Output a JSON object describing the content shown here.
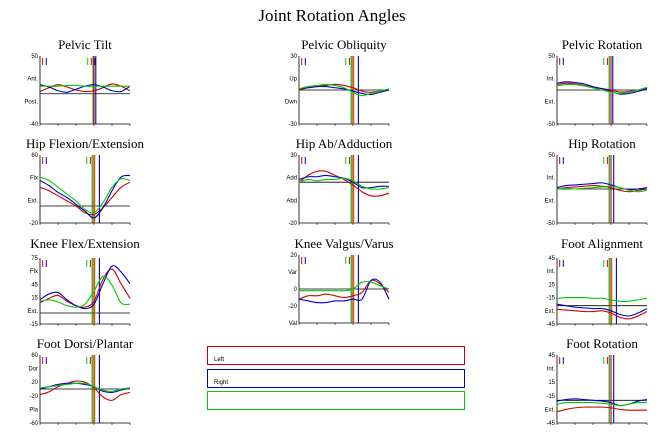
{
  "page": {
    "title": "Joint Rotation Angles"
  },
  "colors": {
    "left": "#cc0000",
    "right": "#0000cc",
    "normal": "#00cc00",
    "marker_green": "#009900",
    "marker_yellow": "#cccc00",
    "axis": "#000000"
  },
  "legend": [
    {
      "label": "Left",
      "color": "#cc0000"
    },
    {
      "label": "Right",
      "color": "#0000cc"
    },
    {
      "label": "",
      "color": "#00cc00"
    }
  ],
  "chart_data": [
    {
      "type": "line",
      "title": "Pelvic Tilt",
      "ylim": [
        -40,
        50
      ],
      "tick_labels": [
        "50",
        "Ant.",
        "Post.",
        "-40"
      ],
      "reference_y": 0,
      "x": [
        0,
        10,
        20,
        30,
        40,
        50,
        60,
        70,
        80,
        90,
        100
      ],
      "event_markers": {
        "left_foot_off": 60,
        "right_foot_off": 62,
        "normal_foot_off": 61,
        "extra": 59
      },
      "series": [
        {
          "color": "#cc0000",
          "values": [
            3,
            8,
            12,
            9,
            5,
            3,
            4,
            8,
            13,
            10,
            4
          ]
        },
        {
          "color": "#0000cc",
          "values": [
            12,
            9,
            4,
            2,
            6,
            10,
            12,
            9,
            4,
            3,
            10
          ]
        },
        {
          "color": "#00cc00",
          "values": [
            10,
            10,
            10,
            11,
            11,
            10,
            10,
            10,
            10,
            10,
            10
          ]
        }
      ]
    },
    {
      "type": "line",
      "title": "Pelvic Obliquity",
      "ylim": [
        -30,
        30
      ],
      "tick_labels": [
        "30",
        "Up",
        "Dwn",
        "-30"
      ],
      "reference_y": 0,
      "x": [
        0,
        10,
        20,
        30,
        40,
        50,
        60,
        70,
        80,
        90,
        100
      ],
      "event_markers": {
        "left_foot_off": 60,
        "right_foot_off": 66,
        "normal_foot_off": 62,
        "extra": 58
      },
      "series": [
        {
          "color": "#cc0000",
          "values": [
            0,
            2,
            3,
            4,
            5,
            4,
            2,
            -1,
            -2,
            -1,
            0
          ]
        },
        {
          "color": "#0000cc",
          "values": [
            1,
            2,
            3,
            3,
            2,
            1,
            -1,
            -3,
            -4,
            -2,
            0
          ]
        },
        {
          "color": "#00cc00",
          "values": [
            1,
            3,
            4,
            5,
            4,
            2,
            -2,
            -5,
            -3,
            -1,
            1
          ]
        }
      ]
    },
    {
      "type": "line",
      "title": "Pelvic Rotation",
      "ylim": [
        -50,
        50
      ],
      "tick_labels": [
        "50",
        "Int.",
        "Ext.",
        "-50"
      ],
      "reference_y": 0,
      "x": [
        0,
        10,
        20,
        30,
        40,
        50,
        60,
        70,
        80,
        90,
        100
      ],
      "event_markers": {
        "left_foot_off": 60,
        "right_foot_off": 62,
        "normal_foot_off": 61,
        "extra": 58
      },
      "series": [
        {
          "color": "#cc0000",
          "values": [
            8,
            10,
            9,
            7,
            4,
            2,
            0,
            -3,
            -2,
            0,
            3
          ]
        },
        {
          "color": "#0000cc",
          "values": [
            10,
            12,
            11,
            9,
            5,
            2,
            -2,
            -6,
            -5,
            -2,
            2
          ]
        },
        {
          "color": "#00cc00",
          "values": [
            6,
            8,
            8,
            6,
            3,
            0,
            -3,
            -5,
            -3,
            0,
            4
          ]
        }
      ]
    },
    {
      "type": "line",
      "title": "Hip Flexion/Extension",
      "ylim": [
        -20,
        60
      ],
      "tick_labels": [
        "60",
        "Flx",
        "Ext.",
        "-20"
      ],
      "reference_y": 0,
      "x": [
        0,
        10,
        20,
        30,
        40,
        50,
        60,
        70,
        80,
        90,
        100
      ],
      "event_markers": {
        "left_foot_off": 60,
        "right_foot_off": 66,
        "normal_foot_off": 62,
        "extra": 58
      },
      "series": [
        {
          "color": "#cc0000",
          "values": [
            22,
            18,
            12,
            6,
            0,
            -8,
            -10,
            -2,
            10,
            22,
            28
          ]
        },
        {
          "color": "#0000cc",
          "values": [
            30,
            24,
            16,
            10,
            2,
            -6,
            -14,
            -2,
            18,
            34,
            36
          ]
        },
        {
          "color": "#00cc00",
          "values": [
            34,
            30,
            22,
            14,
            6,
            -4,
            -8,
            4,
            22,
            32,
            30
          ]
        }
      ]
    },
    {
      "type": "line",
      "title": "Hip Ab/Adduction",
      "ylim": [
        -20,
        30
      ],
      "tick_labels": [
        "30",
        "Add",
        "Abd",
        "-20"
      ],
      "reference_y": 10,
      "x": [
        0,
        10,
        20,
        30,
        40,
        50,
        60,
        70,
        80,
        90,
        100
      ],
      "event_markers": {
        "left_foot_off": 60,
        "right_foot_off": 66,
        "normal_foot_off": 62,
        "extra": 58
      },
      "series": [
        {
          "color": "#cc0000",
          "values": [
            10,
            15,
            18,
            18,
            15,
            12,
            8,
            3,
            0,
            0,
            2
          ]
        },
        {
          "color": "#0000cc",
          "values": [
            12,
            14,
            14,
            15,
            14,
            13,
            10,
            6,
            6,
            7,
            7
          ]
        },
        {
          "color": "#00cc00",
          "values": [
            10,
            12,
            11,
            12,
            12,
            13,
            11,
            7,
            5,
            5,
            6
          ]
        }
      ]
    },
    {
      "type": "line",
      "title": "Hip Rotation",
      "ylim": [
        -50,
        50
      ],
      "tick_labels": [
        "50",
        "Int.",
        "Ext.",
        "-50"
      ],
      "reference_y": 0,
      "x": [
        0,
        10,
        20,
        30,
        40,
        50,
        60,
        70,
        80,
        90,
        100
      ],
      "event_markers": {
        "left_foot_off": 60,
        "right_foot_off": 63,
        "normal_foot_off": 61,
        "extra": 58
      },
      "series": [
        {
          "color": "#cc0000",
          "values": [
            0,
            2,
            3,
            4,
            5,
            4,
            2,
            -2,
            -4,
            -2,
            0
          ]
        },
        {
          "color": "#0000cc",
          "values": [
            2,
            5,
            6,
            7,
            8,
            9,
            6,
            2,
            -1,
            0,
            2
          ]
        },
        {
          "color": "#00cc00",
          "values": [
            0,
            1,
            0,
            1,
            2,
            3,
            4,
            2,
            -2,
            -4,
            -2
          ]
        }
      ]
    },
    {
      "type": "line",
      "title": "Knee Flex/Extension",
      "ylim": [
        -15,
        75
      ],
      "tick_labels": [
        "75",
        "Flx",
        "45",
        "15",
        "Ext.",
        "-15"
      ],
      "reference_y": 0,
      "x": [
        0,
        10,
        20,
        30,
        40,
        50,
        60,
        70,
        80,
        90,
        100
      ],
      "event_markers": {
        "left_foot_off": 60,
        "right_foot_off": 66,
        "normal_foot_off": 62,
        "extra": 58
      },
      "series": [
        {
          "color": "#cc0000",
          "values": [
            14,
            20,
            24,
            16,
            10,
            8,
            16,
            46,
            60,
            40,
            20
          ]
        },
        {
          "color": "#0000cc",
          "values": [
            18,
            26,
            28,
            18,
            10,
            6,
            12,
            40,
            64,
            56,
            40
          ]
        },
        {
          "color": "#00cc00",
          "values": [
            16,
            18,
            15,
            10,
            8,
            12,
            30,
            50,
            38,
            14,
            12
          ]
        }
      ]
    },
    {
      "type": "line",
      "title": "Knee Valgus/Varus",
      "ylim": [
        -20,
        20
      ],
      "tick_labels": [
        "20",
        "Var",
        "0",
        "-20",
        "Val"
      ],
      "reference_y": 0,
      "x": [
        0,
        10,
        20,
        30,
        40,
        50,
        60,
        70,
        80,
        90,
        100
      ],
      "event_markers": {
        "left_foot_off": 60,
        "right_foot_off": 66,
        "normal_foot_off": 62,
        "extra": 58
      },
      "series": [
        {
          "color": "#cc0000",
          "values": [
            -6,
            -4,
            -4,
            -3,
            -4,
            -5,
            -4,
            -2,
            5,
            3,
            -2
          ]
        },
        {
          "color": "#0000cc",
          "values": [
            -6,
            -7,
            -8,
            -8,
            -7,
            -7,
            -6,
            -6,
            5,
            4,
            -6
          ]
        },
        {
          "color": "#00cc00",
          "values": [
            -1,
            -1,
            -1,
            -1,
            -1,
            -1,
            0,
            4,
            4,
            2,
            0
          ]
        }
      ]
    },
    {
      "type": "line",
      "title": "Foot Alignment",
      "ylim": [
        -45,
        45
      ],
      "tick_labels": [
        "45",
        "Int.",
        "15",
        "-15",
        "Ext.",
        "-45"
      ],
      "reference_y": -20,
      "x": [
        0,
        10,
        20,
        30,
        40,
        50,
        60,
        70,
        80,
        90,
        100
      ],
      "event_markers": {
        "left_foot_off": 60,
        "right_foot_off": 66,
        "normal_foot_off": 62,
        "extra": 58
      },
      "series": [
        {
          "color": "#cc0000",
          "values": [
            -25,
            -26,
            -27,
            -28,
            -28,
            -27,
            -30,
            -36,
            -38,
            -34,
            -28
          ]
        },
        {
          "color": "#0000cc",
          "values": [
            -18,
            -20,
            -22,
            -23,
            -24,
            -24,
            -27,
            -32,
            -34,
            -30,
            -24
          ]
        },
        {
          "color": "#00cc00",
          "values": [
            -10,
            -9,
            -9,
            -9,
            -10,
            -10,
            -12,
            -14,
            -14,
            -12,
            -10
          ]
        }
      ]
    },
    {
      "type": "line",
      "title": "Foot Dorsi/Plantar",
      "ylim": [
        -60,
        60
      ],
      "tick_labels": [
        "60",
        "Dor",
        "20",
        "-20",
        "Pla",
        "-60"
      ],
      "reference_y": 0,
      "x": [
        0,
        10,
        20,
        30,
        40,
        50,
        60,
        70,
        80,
        90,
        100
      ],
      "event_markers": {
        "left_foot_off": 60,
        "right_foot_off": 66,
        "normal_foot_off": 62,
        "extra": 58
      },
      "series": [
        {
          "color": "#cc0000",
          "values": [
            -10,
            -5,
            4,
            10,
            14,
            12,
            2,
            -14,
            -20,
            -10,
            -6
          ]
        },
        {
          "color": "#0000cc",
          "values": [
            0,
            4,
            8,
            10,
            10,
            8,
            4,
            -4,
            -6,
            -2,
            2
          ]
        },
        {
          "color": "#00cc00",
          "values": [
            2,
            4,
            6,
            8,
            10,
            10,
            4,
            -2,
            -4,
            0,
            2
          ]
        }
      ]
    },
    {
      "type": "line",
      "title": "Foot Rotation",
      "ylim": [
        -45,
        45
      ],
      "tick_labels": [
        "45",
        "Int.",
        "15",
        "-15",
        "Ext.",
        "-45"
      ],
      "reference_y": -15,
      "x": [
        0,
        10,
        20,
        30,
        40,
        50,
        60,
        70,
        80,
        90,
        100
      ],
      "event_markers": {
        "left_foot_off": 60,
        "right_foot_off": 63,
        "normal_foot_off": 61,
        "extra": 58
      },
      "series": [
        {
          "color": "#cc0000",
          "values": [
            -30,
            -27,
            -25,
            -24,
            -24,
            -24,
            -25,
            -27,
            -28,
            -28,
            -28
          ]
        },
        {
          "color": "#0000cc",
          "values": [
            -16,
            -14,
            -13,
            -14,
            -15,
            -16,
            -18,
            -22,
            -20,
            -16,
            -14
          ]
        },
        {
          "color": "#00cc00",
          "values": [
            -20,
            -18,
            -18,
            -18,
            -18,
            -19,
            -20,
            -22,
            -20,
            -18,
            -18
          ]
        }
      ]
    }
  ]
}
